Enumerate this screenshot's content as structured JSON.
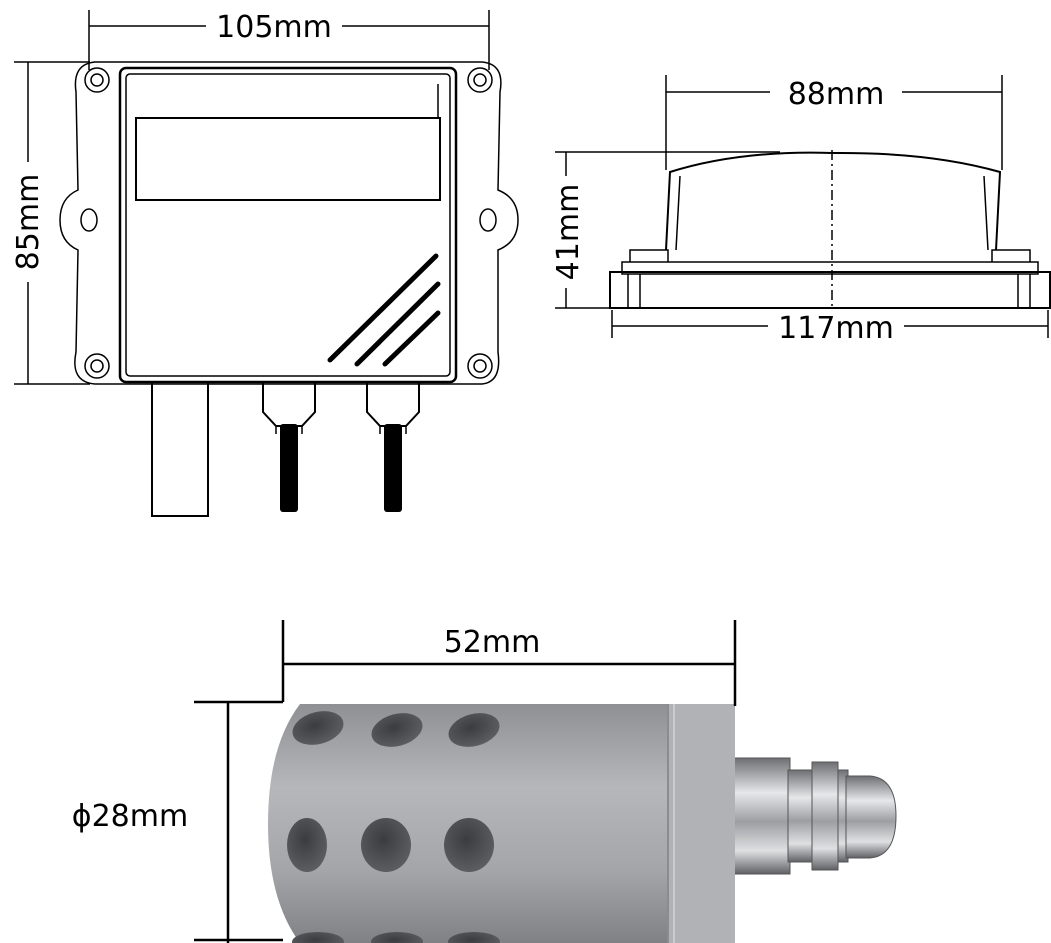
{
  "dimensions": {
    "front_width": "105mm",
    "front_height": "85mm",
    "side_top_width": "88mm",
    "side_height": "41mm",
    "side_base_width": "117mm",
    "probe_length": "52mm",
    "probe_diameter": "ϕ28mm"
  },
  "colors": {
    "line": "#000000",
    "probe_body": "#a7a9ac",
    "probe_hole": "#4a4c50",
    "fitting": "#c9cbce"
  }
}
